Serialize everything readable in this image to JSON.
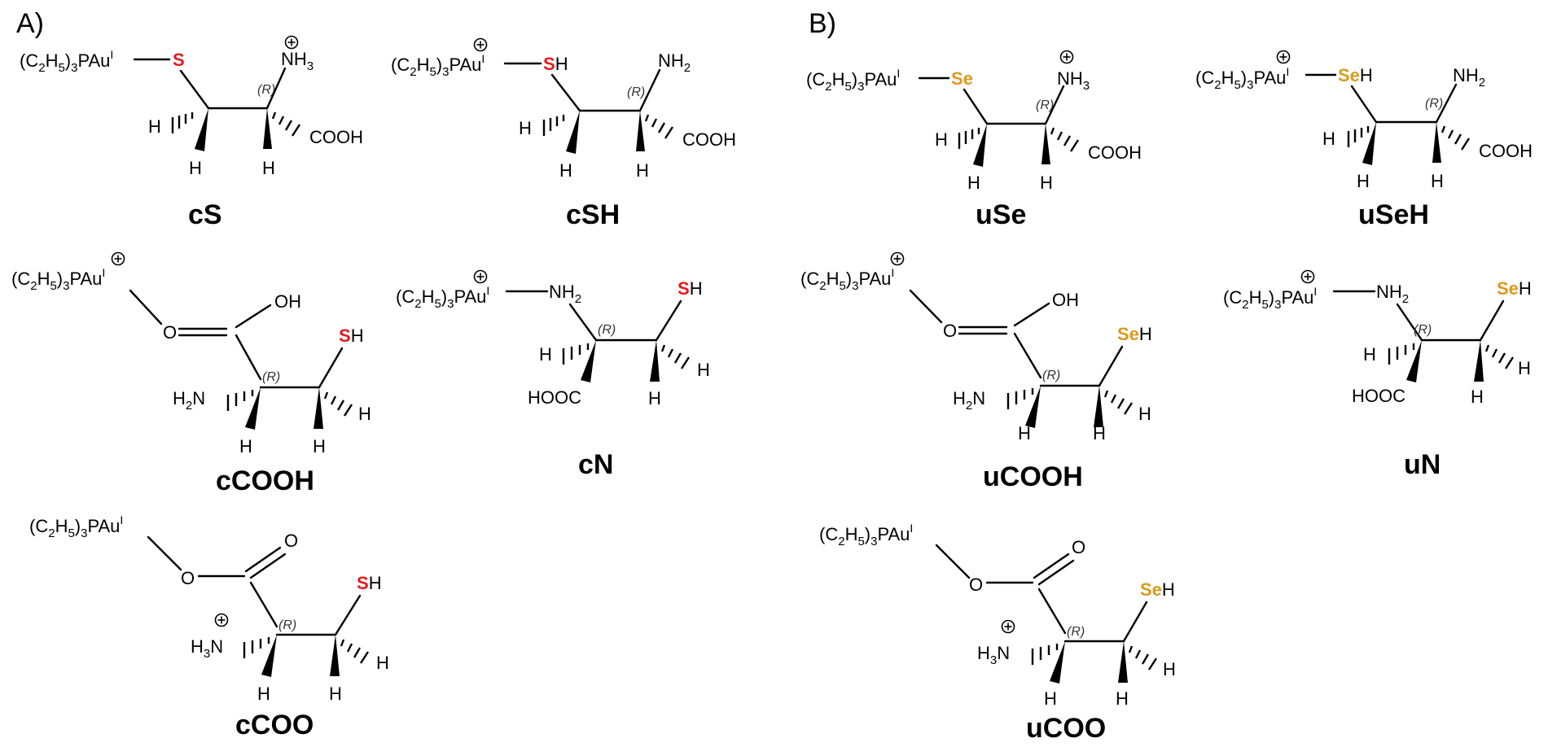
{
  "panels": {
    "a": "A)",
    "b": "B)"
  },
  "colors": {
    "sulfur": "#e41a1c",
    "selenium": "#d99a1e",
    "ink": "#000000"
  },
  "fragments": {
    "gold_prefix": "(C",
    "c_sub": "2",
    "h": "H",
    "h_sub": "5",
    "paren_close": ")",
    "p_sub": "3",
    "pau": "PAu",
    "oxidation": "I",
    "nh": "NH",
    "nh3_sub": "3",
    "nh2_sub": "2",
    "h2n": "H",
    "h3n": "H",
    "n": "N",
    "cooh": "COOH",
    "hooc": "HOOC",
    "o": "O",
    "oh": "OH",
    "stereo": "(R)",
    "s": "S",
    "se": "Se"
  },
  "molecules": {
    "cS": "cS",
    "cSH": "cSH",
    "cCOOH": "cCOOH",
    "cN": "cN",
    "cCOO": "cCOO",
    "uSe": "uSe",
    "uSeH": "uSeH",
    "uCOOH": "uCOOH",
    "uN": "uN",
    "uCOO": "uCOO"
  }
}
